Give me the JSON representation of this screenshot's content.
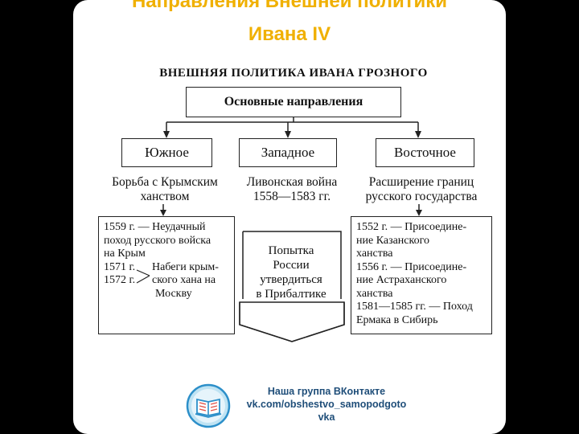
{
  "title": {
    "line1": "Направления Внешней политики",
    "line2": "Ивана IV"
  },
  "diagram": {
    "heading": "ВНЕШНЯЯ ПОЛИТИКА ИВАНА ГРОЗНОГО",
    "main": "Основные направления",
    "directions": [
      {
        "label": "Южное",
        "caption": [
          "Борьба с Крымским",
          "ханством"
        ]
      },
      {
        "label": "Западное",
        "caption": [
          "Ливонская война",
          "1558—1583 гг."
        ]
      },
      {
        "label": "Восточное",
        "caption": [
          "Расширение границ",
          "русского государства"
        ]
      }
    ],
    "south_detail": {
      "lines": [
        "1559 г. — Неудачный",
        "поход русского войска",
        "на Крым"
      ],
      "years": [
        "1571 г.",
        "1572 г."
      ],
      "bracket_text": [
        "Набеги крым-",
        "ского хана на",
        "Москву"
      ]
    },
    "west_detail": [
      "Попытка",
      "России",
      "утвердиться",
      "в Прибалтике"
    ],
    "east_detail": [
      "1552 г. — Присоедине-",
      "ние Казанского",
      "ханства",
      "1556 г. — Присоедине-",
      "ние Астраханского",
      "ханства",
      "1581—1585 гг. — Поход",
      "Ермака в Сибирь"
    ]
  },
  "footer": {
    "line1": "Наша группа ВКонтакте",
    "line2": "vk.com/obshestvo_samopodgoto",
    "line3": "vka",
    "logo_icon": "open-book-icon"
  }
}
